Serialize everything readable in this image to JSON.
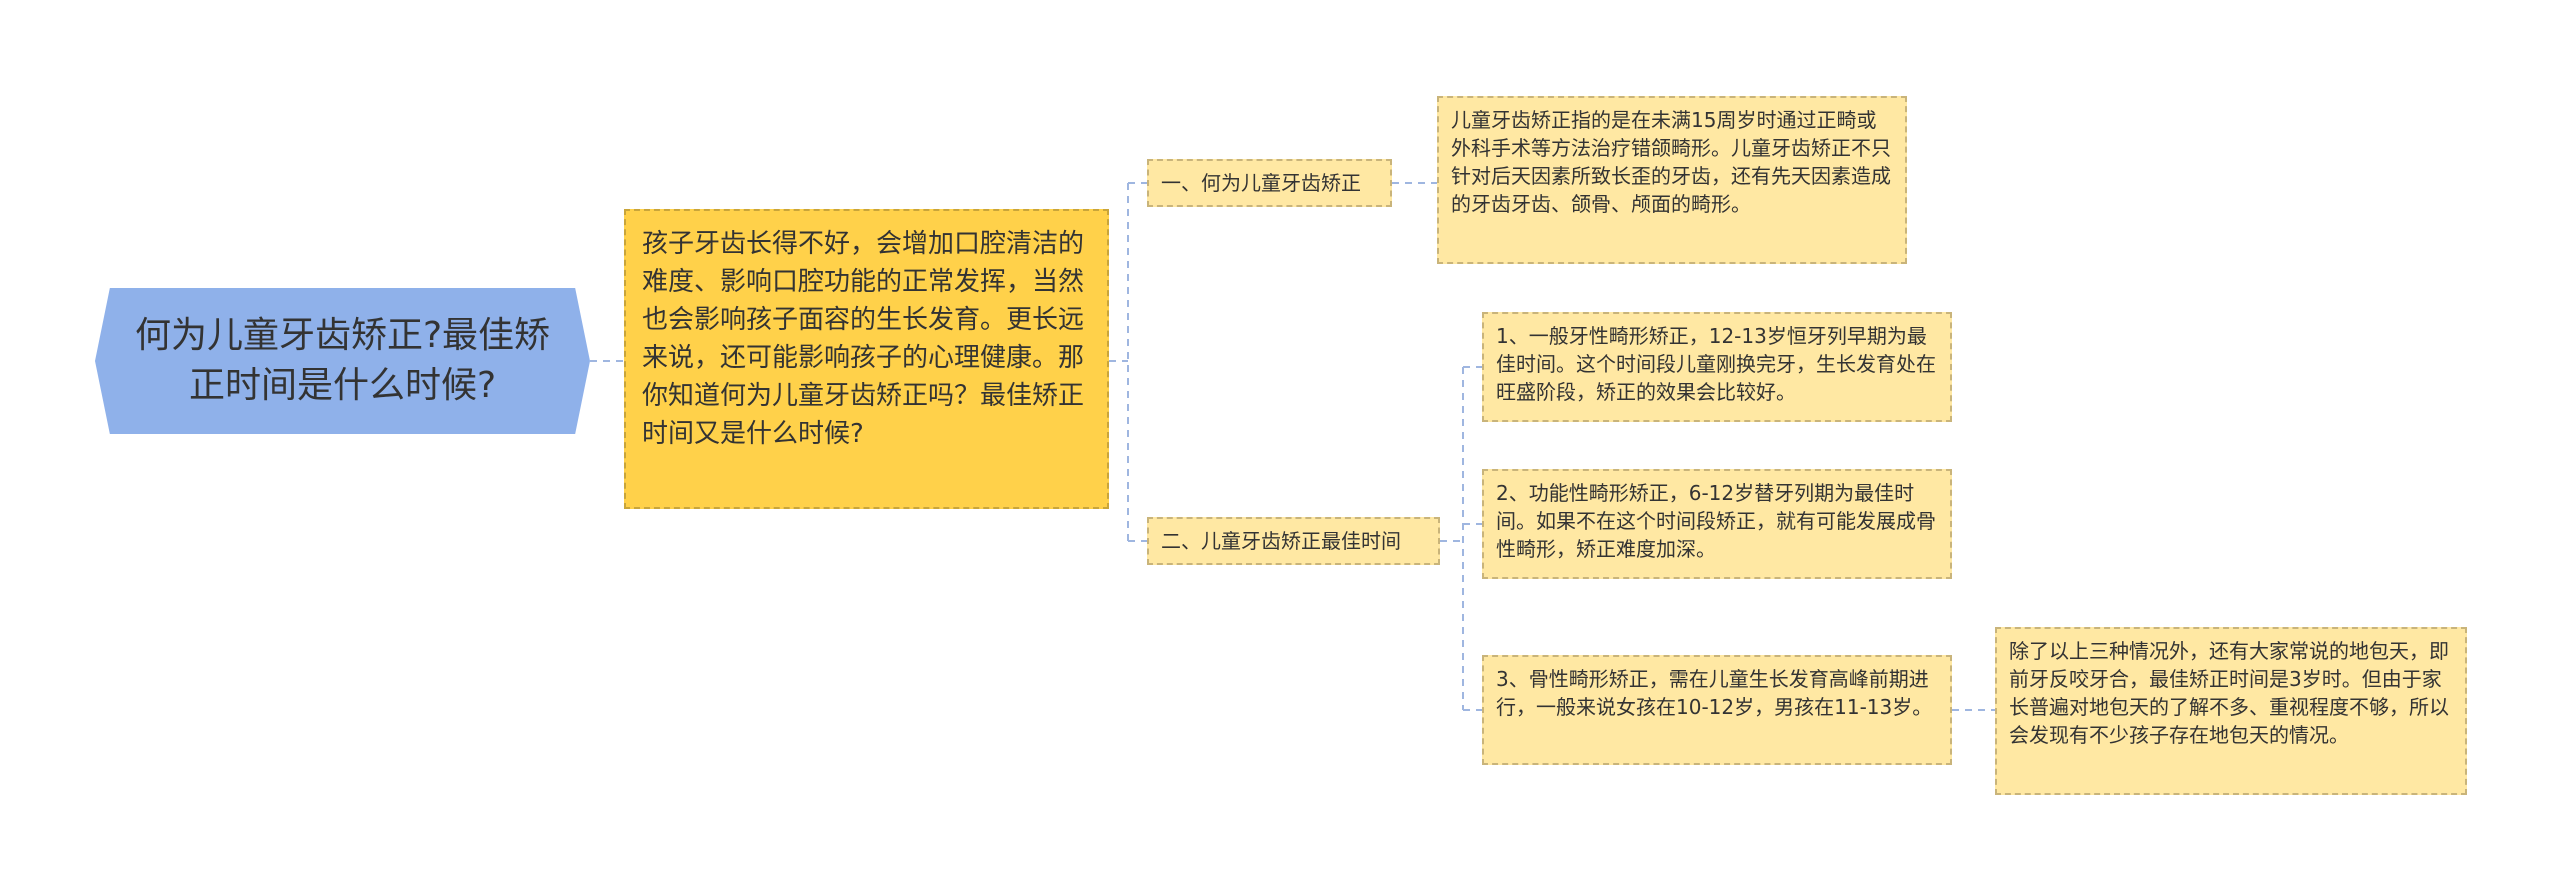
{
  "mindmap": {
    "root": "何为儿童牙齿矫正?最佳矫正时间是什么时候?",
    "center": "孩子牙齿长得不好，会增加口腔清洁的难度、影响口腔功能的正常发挥，当然也会影响孩子面容的生长发育。更长远来说，还可能影响孩子的心理健康。那你知道何为儿童牙齿矫正吗？最佳矫正时间又是什么时候?",
    "branches": [
      {
        "label": "一、何为儿童牙齿矫正",
        "children": [
          "儿童牙齿矫正指的是在未满15周岁时通过正畸或外科手术等方法治疗错颌畸形。儿童牙齿矫正不只针对后天因素所致长歪的牙齿，还有先天因素造成的牙齿牙齿、颌骨、颅面的畸形。"
        ]
      },
      {
        "label": "二、儿童牙齿矫正最佳时间",
        "children": [
          "1、一般牙性畸形矫正，12-13岁恒牙列早期为最佳时间。这个时间段儿童刚换完牙，生长发育处在旺盛阶段，矫正的效果会比较好。",
          "2、功能性畸形矫正，6-12岁替牙列期为最佳时间。如果不在这个时间段矫正，就有可能发展成骨性畸形，矫正难度加深。",
          "3、骨性畸形矫正，需在儿童生长发育高峰前期进行，一般来说女孩在10-12岁，男孩在11-13岁。"
        ]
      }
    ],
    "extra": "除了以上三种情况外，还有大家常说的地包天，即前牙反咬牙合，最佳矫正时间是3岁时。但由于家长普遍对地包天的了解不多、重视程度不够，所以会发现有不少孩子存在地包天的情况。"
  },
  "colors": {
    "root_fill": "#8fb1ea",
    "center_fill": "#ffd14a",
    "node_fill": "#ffe8a3",
    "connector": "#9fb6e0"
  }
}
